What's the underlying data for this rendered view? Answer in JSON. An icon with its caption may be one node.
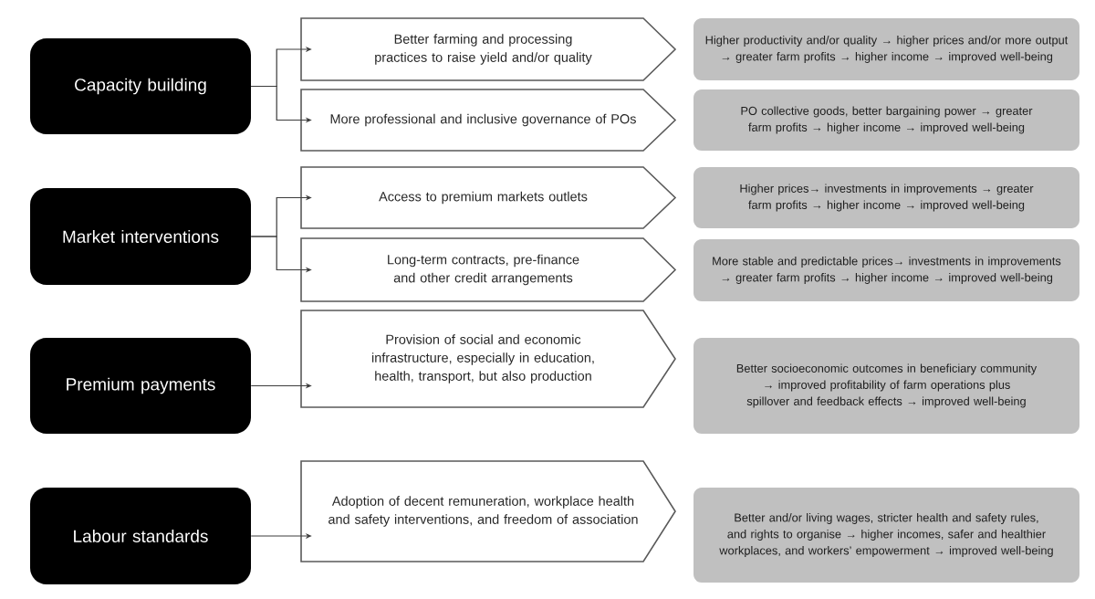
{
  "diagram": {
    "nodes": [
      {
        "text": [
          "Capacity building"
        ]
      },
      {
        "text": [
          "Market interventions"
        ]
      },
      {
        "text": [
          "Premium payments"
        ]
      },
      {
        "text": [
          "Labour standards"
        ]
      },
      {
        "text": [
          "Better farming and processing practices to raise yield and/or quality"
        ]
      },
      {
        "text": [
          "More professional and inclusive governance of POs"
        ]
      },
      {
        "text": [
          "Access to premium markets outlets"
        ]
      },
      {
        "text": [
          "Long-term contracts, pre-finance and other credit arrangements"
        ]
      },
      {
        "text": [
          "Provision of social and economic infrastructure, especially in education, health, transport, but also production"
        ]
      },
      {
        "text": [
          "Adoption of decent remuneration, workplace health and safety interventions, and freedom of association"
        ]
      },
      {
        "text": [
          "Higher productivity and/or quality → higher prices and/or more output → greater farm profits → higher income → improved well-being"
        ]
      },
      {
        "text": [
          "PO collective goods, better bargaining power → greater farm profits → higher income → improved well-being"
        ]
      },
      {
        "text": [
          "Higher prices→ investments in improvements → greater farm profits → higher income → improved well-being"
        ]
      },
      {
        "text": [
          "More stable and predictable prices→ investments in improvements → greater farm profits → higher income → improved well-being"
        ]
      },
      {
        "text": [
          "Better socioeconomic outcomes in beneficiary community → improved profitability of farm operations plus spillover and feedback effects → improved well-being"
        ]
      },
      {
        "text": [
          "Better and/or living wages, stricter health and safety rules, and rights to organise → higher incomes, safer and healthier workplaces, and workers’ empowerment → improved well-being"
        ]
      }
    ],
    "edges": [
      {
        "from": 0,
        "to": 4,
        "arrow": "to"
      },
      {
        "from": 0,
        "to": 5,
        "arrow": "to"
      },
      {
        "from": 1,
        "to": 6,
        "arrow": "to"
      },
      {
        "from": 1,
        "to": 7,
        "arrow": "to"
      },
      {
        "from": 2,
        "to": 8,
        "arrow": "to"
      },
      {
        "from": 3,
        "to": 9,
        "arrow": "to"
      }
    ]
  }
}
